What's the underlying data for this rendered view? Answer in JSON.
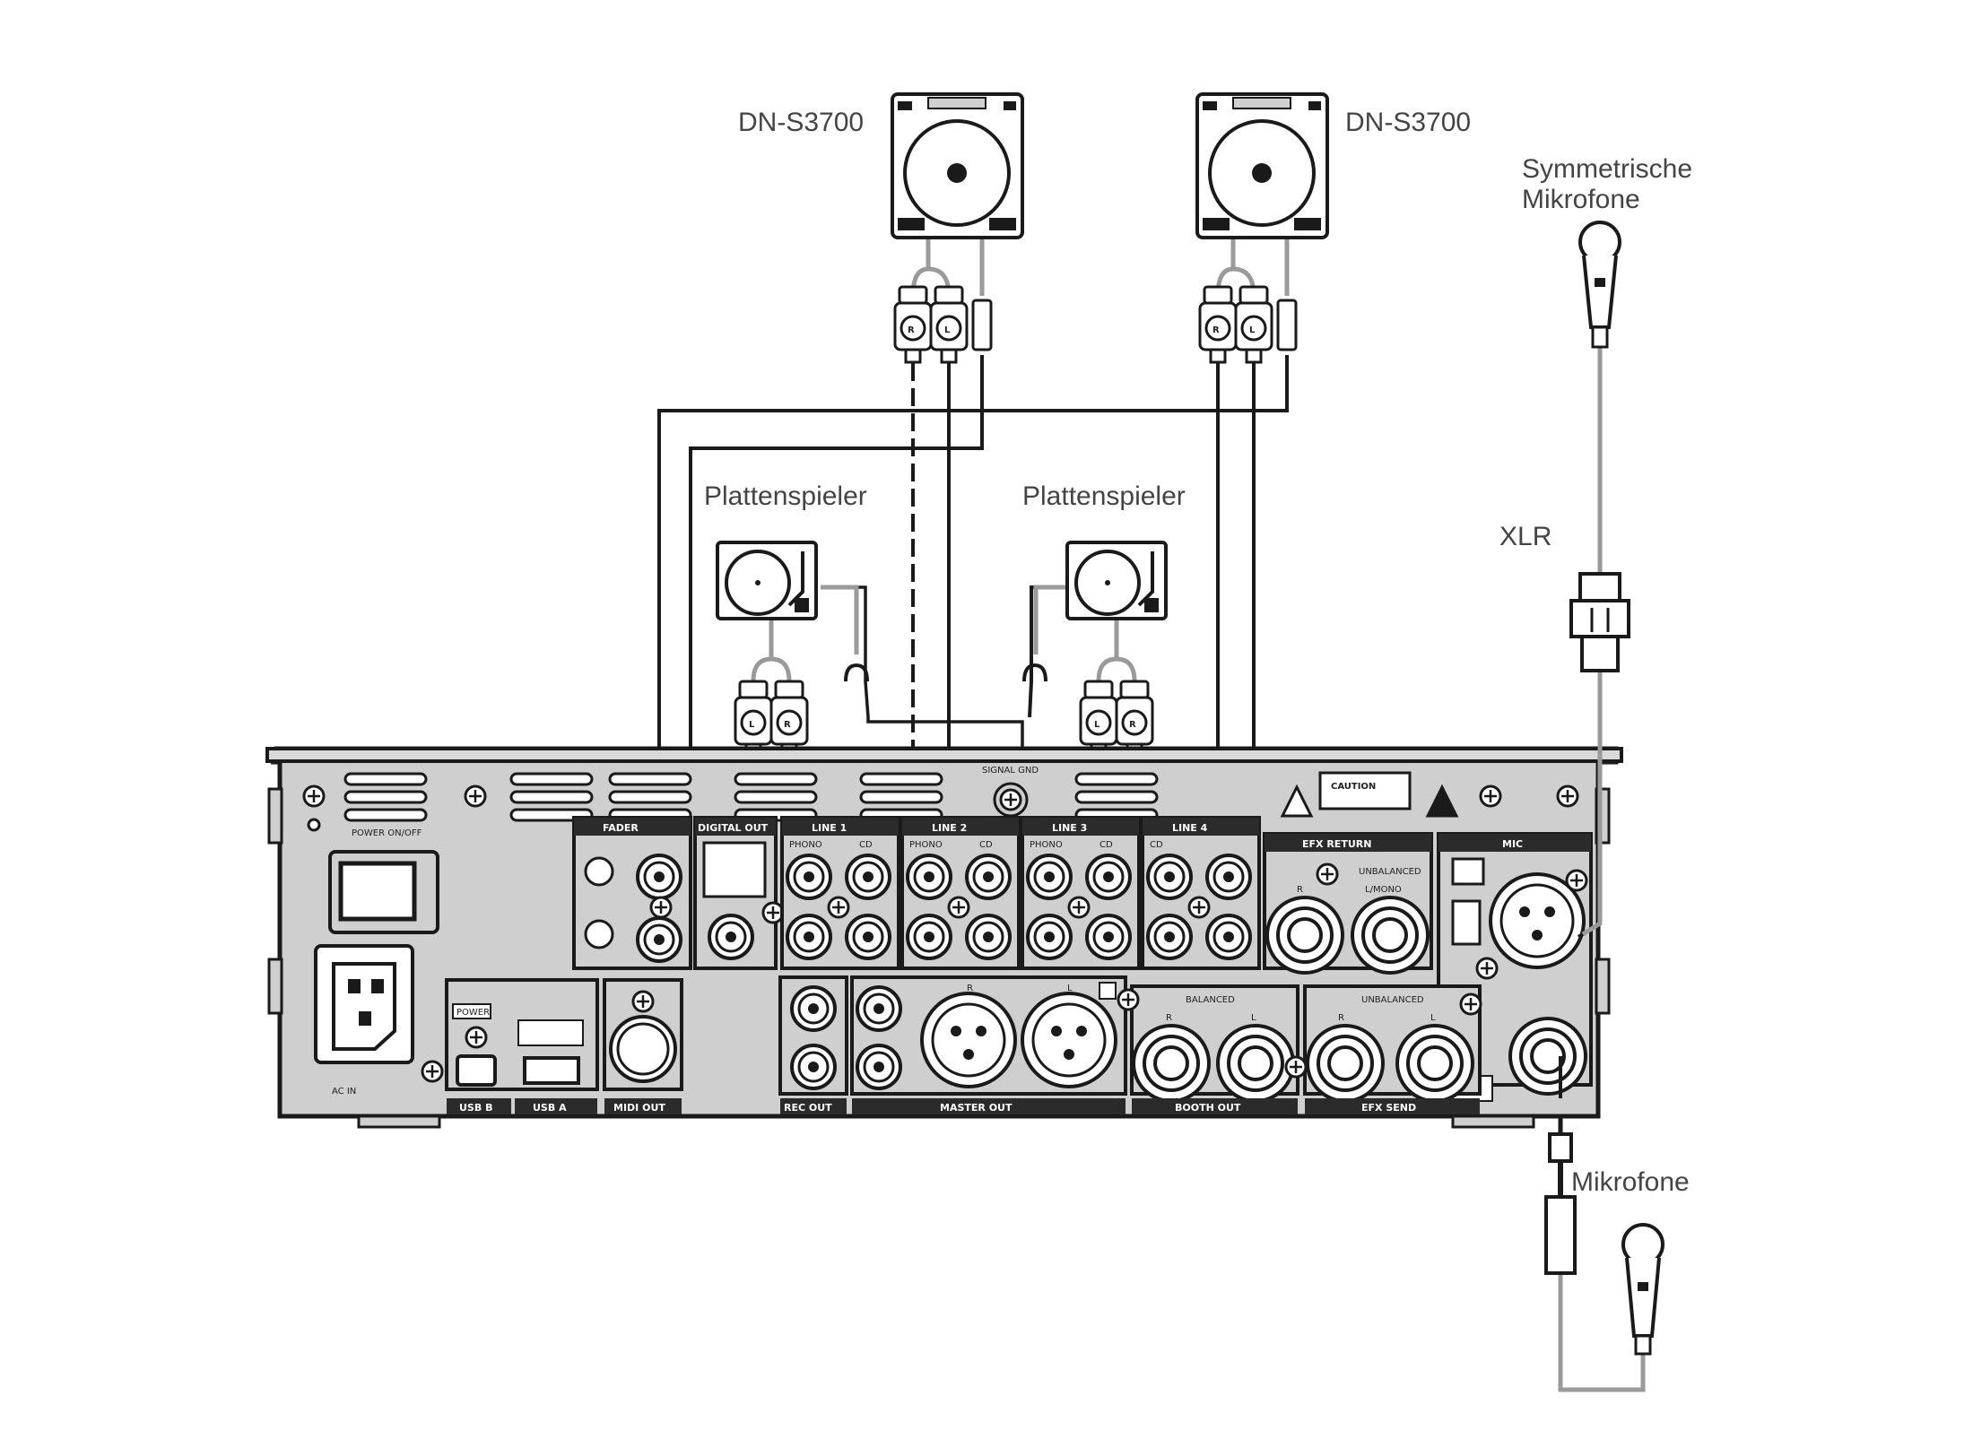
{
  "labels": {
    "deck_left": "DN-S3700",
    "deck_right": "DN-S3700",
    "turntable_left": "Plattenspieler",
    "turntable_right": "Plattenspieler",
    "balanced_mic": "Symmetrische\nMikrofone",
    "xlr": "XLR",
    "mic": "Mikrofone"
  },
  "panel": {
    "power": "POWER\nON/OFF",
    "ac_in": "AC IN",
    "usb_b": "USB B",
    "usb_a": "USB A",
    "midi_out": "MIDI OUT",
    "fader": "FADER",
    "digital_out": "DIGITAL OUT",
    "line1": "LINE 1",
    "line2": "LINE 2",
    "line3": "LINE 3",
    "line4": "LINE 4",
    "phono": "PHONO",
    "cd": "CD",
    "efx_return": "EFX RETURN",
    "mic": "MIC",
    "rec_out": "REC OUT",
    "master_out": "MASTER OUT",
    "booth_out": "BOOTH OUT",
    "efx_send": "EFX SEND",
    "balanced": "BALANCED",
    "unbalanced": "UNBALANCED",
    "caution": "CAUTION",
    "r": "R",
    "l": "L",
    "l_mono": "L/MONO",
    "signal_gnd": "SIGNAL GND",
    "power_led": "POWER",
    "plug_r": "R",
    "plug_l": "L"
  },
  "colors": {
    "line": "#1a1a1a",
    "panel": "#cfcfcf",
    "panel_dark": "#2b2b2b",
    "cable_gray": "#9a9a9a"
  }
}
